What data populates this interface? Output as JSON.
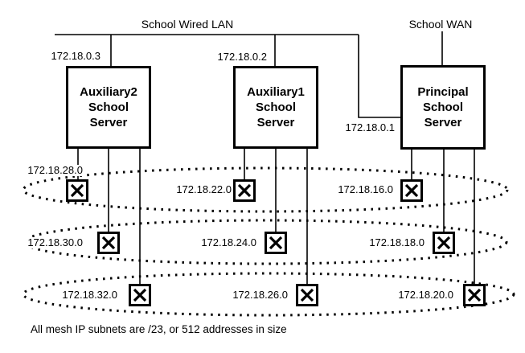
{
  "labels": {
    "lan": "School Wired LAN",
    "wan": "School WAN",
    "caption": "All mesh IP subnets are /23, or 512 addresses in size"
  },
  "servers": [
    {
      "id": "auxiliary2",
      "lines": [
        "Auxiliary2",
        "School",
        "Server"
      ],
      "ip": "172.18.0.3"
    },
    {
      "id": "auxiliary1",
      "lines": [
        "Auxiliary1",
        "School",
        "Server"
      ],
      "ip": "172.18.0.2"
    },
    {
      "id": "principal",
      "lines": [
        "Principal",
        "School",
        "Server"
      ],
      "ip": "172.18.0.1"
    }
  ],
  "mesh": {
    "rows": [
      {
        "subnets": [
          "172.18.28.0",
          "172.18.22.0",
          "172.18.16.0"
        ]
      },
      {
        "subnets": [
          "172.18.30.0",
          "172.18.24.0",
          "172.18.18.0"
        ]
      },
      {
        "subnets": [
          "172.18.32.0",
          "172.18.26.0",
          "172.18.20.0"
        ]
      }
    ],
    "node_icon": "x-icon"
  },
  "colors": {
    "line": "#000000",
    "background": "#ffffff"
  }
}
